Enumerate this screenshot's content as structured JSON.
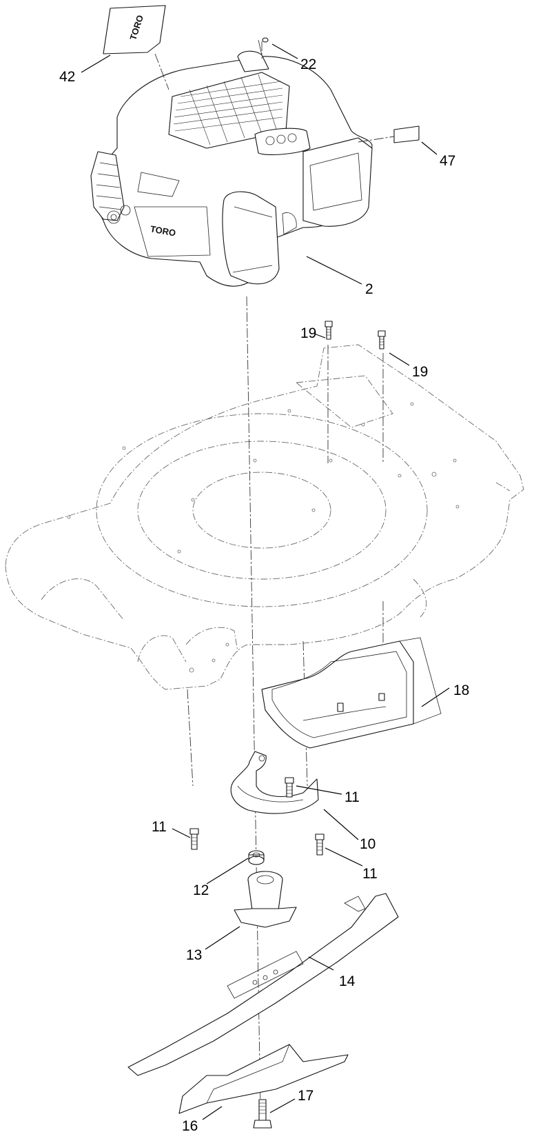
{
  "diagram": {
    "callouts": {
      "c42": "42",
      "c22": "22",
      "c47": "47",
      "c2": "2",
      "c19a": "19",
      "c19b": "19",
      "c18": "18",
      "c11a": "11",
      "c11b": "11",
      "c11c": "11",
      "c10": "10",
      "c12": "12",
      "c13": "13",
      "c14": "14",
      "c16": "16",
      "c17": "17"
    },
    "decal_logo": "TORO",
    "engine_logo": "TORO"
  }
}
